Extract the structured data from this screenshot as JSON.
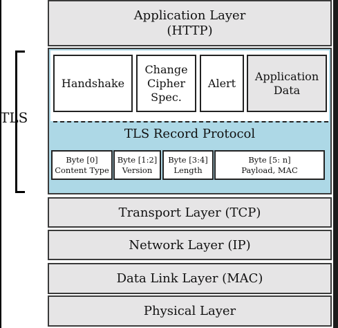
{
  "side_label": "TLS",
  "layers": {
    "application": {
      "line1": "Application Layer",
      "line2": "(HTTP)"
    },
    "transport": "Transport Layer (TCP)",
    "network": "Network Layer (IP)",
    "datalink": "Data Link Layer (MAC)",
    "physical": "Physical Layer"
  },
  "tls_protocols": [
    {
      "lines": [
        "Handshake"
      ]
    },
    {
      "lines": [
        "Change",
        "Cipher",
        "Spec."
      ]
    },
    {
      "lines": [
        "Alert"
      ]
    },
    {
      "lines": [
        "Application",
        "Data"
      ]
    }
  ],
  "record_protocol": {
    "title": "TLS Record Protocol",
    "fields": [
      {
        "line1": "Byte [0]",
        "line2": "Content Type"
      },
      {
        "line1": "Byte [1:2]",
        "line2": "Version"
      },
      {
        "line1": "Byte [3:4]",
        "line2": "Length"
      },
      {
        "line1": "Byte [5: n]",
        "line2": "Payload, MAC"
      }
    ]
  }
}
